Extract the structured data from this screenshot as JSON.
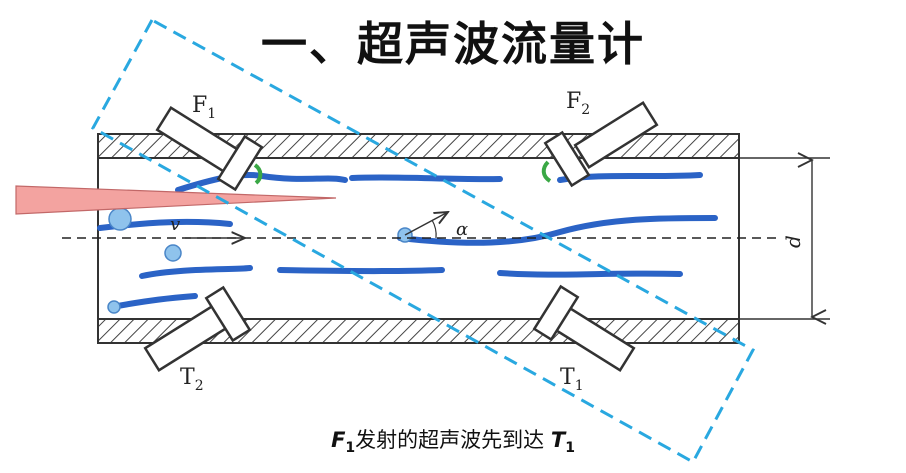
{
  "title": "一、超声波流量计",
  "labels": {
    "f1": "F",
    "f1_sub": "1",
    "f2": "F",
    "f2_sub": "2",
    "t1": "T",
    "t1_sub": "1",
    "t2": "T",
    "t2_sub": "2",
    "velocity": "v",
    "angle": "α",
    "diameter": "d"
  },
  "caption": {
    "emitter": "F",
    "emitter_sub": "1",
    "text": "发射的超声波先到达 ",
    "receiver": "T",
    "receiver_sub": "1"
  },
  "colors": {
    "stream": "#2b63c6",
    "beam_box": "#29a8e0",
    "pointer": "#f3a3a0",
    "wall_line": "#333333"
  }
}
